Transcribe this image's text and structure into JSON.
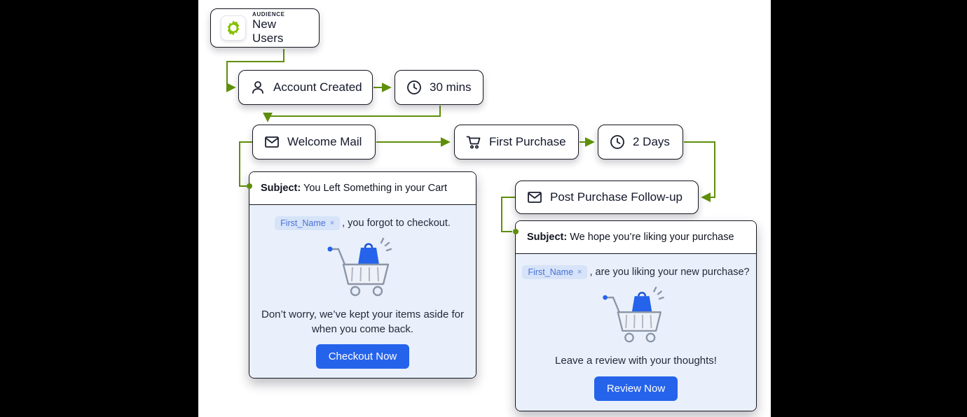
{
  "colors": {
    "connector_green": "#5f8f0a",
    "audience_icon_green": "#84c000",
    "cta_blue": "#2563eb",
    "chip_bg": "#d6e3f8",
    "chip_text": "#4a72d8",
    "email_body_bg": "#e9f0fb"
  },
  "nodes": {
    "audience": {
      "tag": "AUDIENCE",
      "label": "New Users",
      "icon": "gear-icon"
    },
    "account_created": {
      "label": "Account Created",
      "icon": "person-icon"
    },
    "wait_30_mins": {
      "label": "30 mins",
      "icon": "clock-icon"
    },
    "welcome_mail": {
      "label": "Welcome Mail",
      "icon": "envelope-icon"
    },
    "first_purchase": {
      "label": "First Purchase",
      "icon": "cart-icon"
    },
    "wait_2_days": {
      "label": "2 Days",
      "icon": "clock-icon"
    },
    "post_purchase_followup": {
      "label": "Post Purchase Follow-up",
      "icon": "envelope-icon"
    }
  },
  "emails": {
    "cart_reminder": {
      "subject_label": "Subject:",
      "subject_text": "You Left Something in your Cart",
      "merge_tag": "First_Name",
      "merge_tag_remove": "×",
      "greeting_suffix": ", you forgot to checkout.",
      "body_text": "Don’t worry, we’ve kept your items aside for when you come back.",
      "cta_label": "Checkout Now"
    },
    "post_purchase": {
      "subject_label": "Subject:",
      "subject_text": "We hope you’re liking your purchase",
      "merge_tag": "First_Name",
      "merge_tag_remove": "×",
      "greeting_suffix": ", are you liking your new purchase?",
      "body_text": "Leave a review with your thoughts!",
      "cta_label": "Review Now"
    }
  }
}
